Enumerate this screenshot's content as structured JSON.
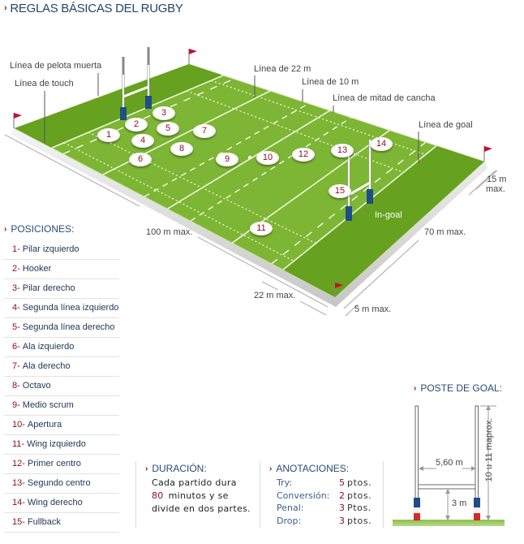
{
  "title": "REGLAS BÁSICAS DEL RUGBY",
  "field": {
    "labels": {
      "dead_ball_line": "Línea de pelota muerta",
      "touch_line": "Línea de touch",
      "line_22m": "Línea de 22 m",
      "line_10m": "Línea de 10 m",
      "halfway_line": "Línea de mitad de cancha",
      "goal_line": "Línea de goal",
      "in_goal": "In-goal",
      "dim_15m_line1": "15 m",
      "dim_15m_line2": "max.",
      "dim_70m": "70 m max.",
      "dim_100m": "100 m max.",
      "dim_22m": "22 m max.",
      "dim_5m": "5 m max."
    },
    "players": [
      "1",
      "2",
      "3",
      "4",
      "5",
      "6",
      "7",
      "8",
      "9",
      "10",
      "11",
      "12",
      "13",
      "14",
      "15"
    ]
  },
  "positions": {
    "heading": "POSICIONES:",
    "items": [
      {
        "num": "1-",
        "name": "Pilar izquierdo"
      },
      {
        "num": "2-",
        "name": "Hooker"
      },
      {
        "num": "3-",
        "name": "Pilar derecho"
      },
      {
        "num": "4-",
        "name": "Segunda línea izquierdo"
      },
      {
        "num": "5-",
        "name": "Segunda línea derecho"
      },
      {
        "num": "6-",
        "name": "Ala izquierdo"
      },
      {
        "num": "7-",
        "name": "Ala derecho"
      },
      {
        "num": "8-",
        "name": "Octavo"
      },
      {
        "num": "9-",
        "name": "Medio scrum"
      },
      {
        "num": "10-",
        "name": "Apertura"
      },
      {
        "num": "11-",
        "name": "Wing izquierdo"
      },
      {
        "num": "12-",
        "name": "Primer centro"
      },
      {
        "num": "13-",
        "name": "Segundo centro"
      },
      {
        "num": "14-",
        "name": "Wing derecho"
      },
      {
        "num": "15-",
        "name": "Fullback"
      }
    ]
  },
  "duration": {
    "heading": "DURACIÓN:",
    "line1": "Cada partido dura",
    "line2_num": "80",
    "line2_text": "minutos y se",
    "line3": "divide en dos partes."
  },
  "scoring": {
    "heading": "ANOTACIONES:",
    "rows": [
      {
        "label": "Try:",
        "points": "5",
        "unit": "ptos."
      },
      {
        "label": "Conversión:",
        "points": "2",
        "unit": "ptos."
      },
      {
        "label": "Penal:",
        "points": "3",
        "unit": "Ptos."
      },
      {
        "label": "Drop:",
        "points": "3",
        "unit": "ptos."
      }
    ]
  },
  "goal_posts": {
    "heading": "POSTE DE GOAL:",
    "width_label": "5,60 m",
    "crossbar_height_label": "3 m",
    "height_label": "10 u 11 maprox."
  },
  "colors": {
    "accent_red": "#8b0d1c",
    "title_blue": "#24466e",
    "field_green": "#7db534",
    "in_goal_green": "#66a11f",
    "post_pad_blue": "#1e4e86"
  }
}
